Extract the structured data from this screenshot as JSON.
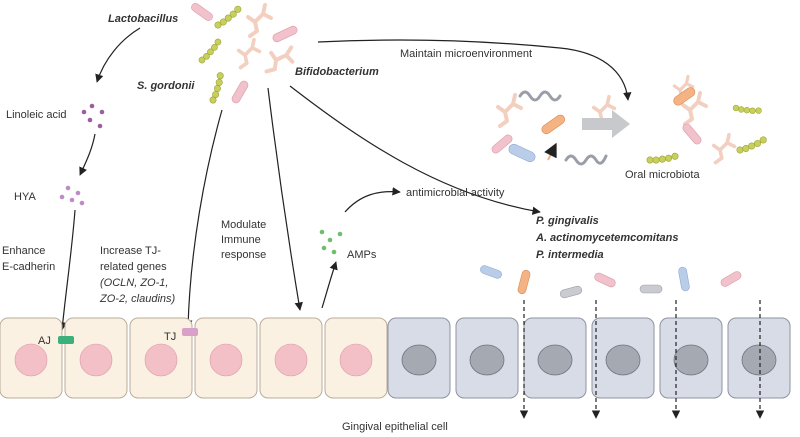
{
  "labels": {
    "lactobacillus": "Lactobacillus",
    "s_gordonii": "S. gordonii",
    "bifidobacterium": "Bifidobacterium",
    "maintain": "Maintain microenvironment",
    "oral_microbiota": "Oral microbiota",
    "linoleic_acid": "Linoleic acid",
    "hya": "HYA",
    "enhance": [
      "Enhance",
      "E-cadherin"
    ],
    "increase_tj": [
      "Increase TJ-",
      "related genes",
      "(OCLN, ZO-1,",
      "ZO-2, claudins)"
    ],
    "modulate": [
      "Modulate",
      "Immune",
      "response"
    ],
    "amps": "AMPs",
    "antimicrobial": "antimicrobial activity",
    "pathogens": [
      "P. gingivalis",
      "A. actinomycetemcomitans",
      "P. intermedia"
    ],
    "aj": "AJ",
    "tj": "TJ",
    "gingival": "Gingival epithelial cell"
  },
  "colors": {
    "healthy_cell": "#fbf1e3",
    "healthy_nucleus": "#f4c0c8",
    "affected_cell": "#d8dce6",
    "affected_nucleus": "#a5a9b2",
    "aj_marker": "#3bb07a",
    "tj_marker": "#d9a0c8",
    "streptococcus": "#c8cf5a",
    "branched_bacterium": "#f3cfc0",
    "rod_pink": "#f2c2cc",
    "rod_orange": "#f5b282",
    "rod_blue": "#b9cde8",
    "rod_gray": "#c9cbd0",
    "linoleic_dots": "#9b5fa0",
    "hya_dots": "#c08ac8",
    "amp_dots": "#6fbe6f"
  },
  "cells": {
    "healthy_count": 6,
    "affected_count": 6
  },
  "icons": [
    "streptococcus-chain-icon",
    "branched-bacterium-icon",
    "rod-bacterium-icon",
    "spiral-bacterium-icon",
    "gray-arrow-icon"
  ]
}
